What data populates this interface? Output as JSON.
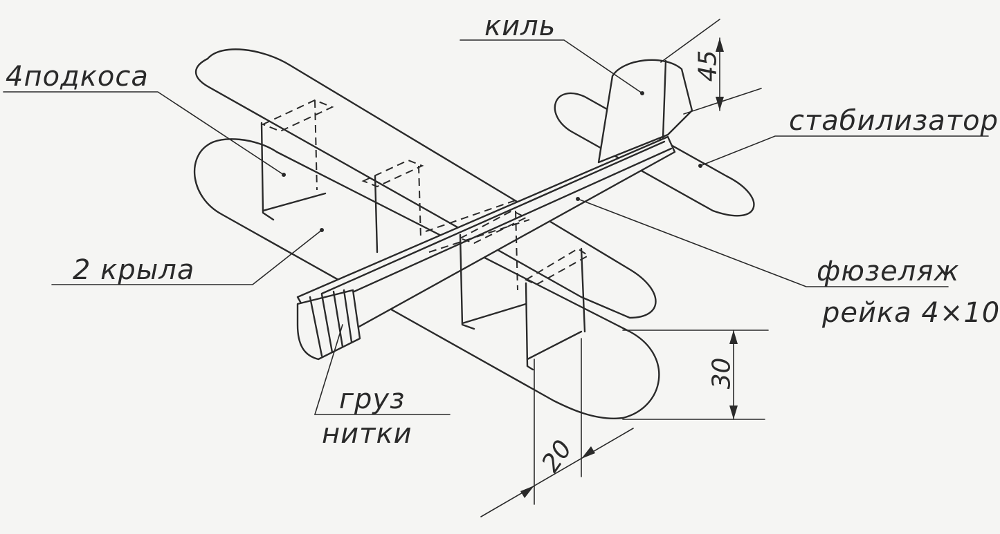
{
  "labels": {
    "struts": "4подкоса",
    "fin": "киль",
    "stabilizer": "стабилизатор",
    "wings": "2 крыла",
    "fuselage": "фюзеляж",
    "fuselage_spec": "рейка 4×10",
    "weight": "груз",
    "threads": "нитки"
  },
  "dimensions": {
    "fin_height": "45",
    "wing_gap": "30",
    "strut_width": "20"
  }
}
